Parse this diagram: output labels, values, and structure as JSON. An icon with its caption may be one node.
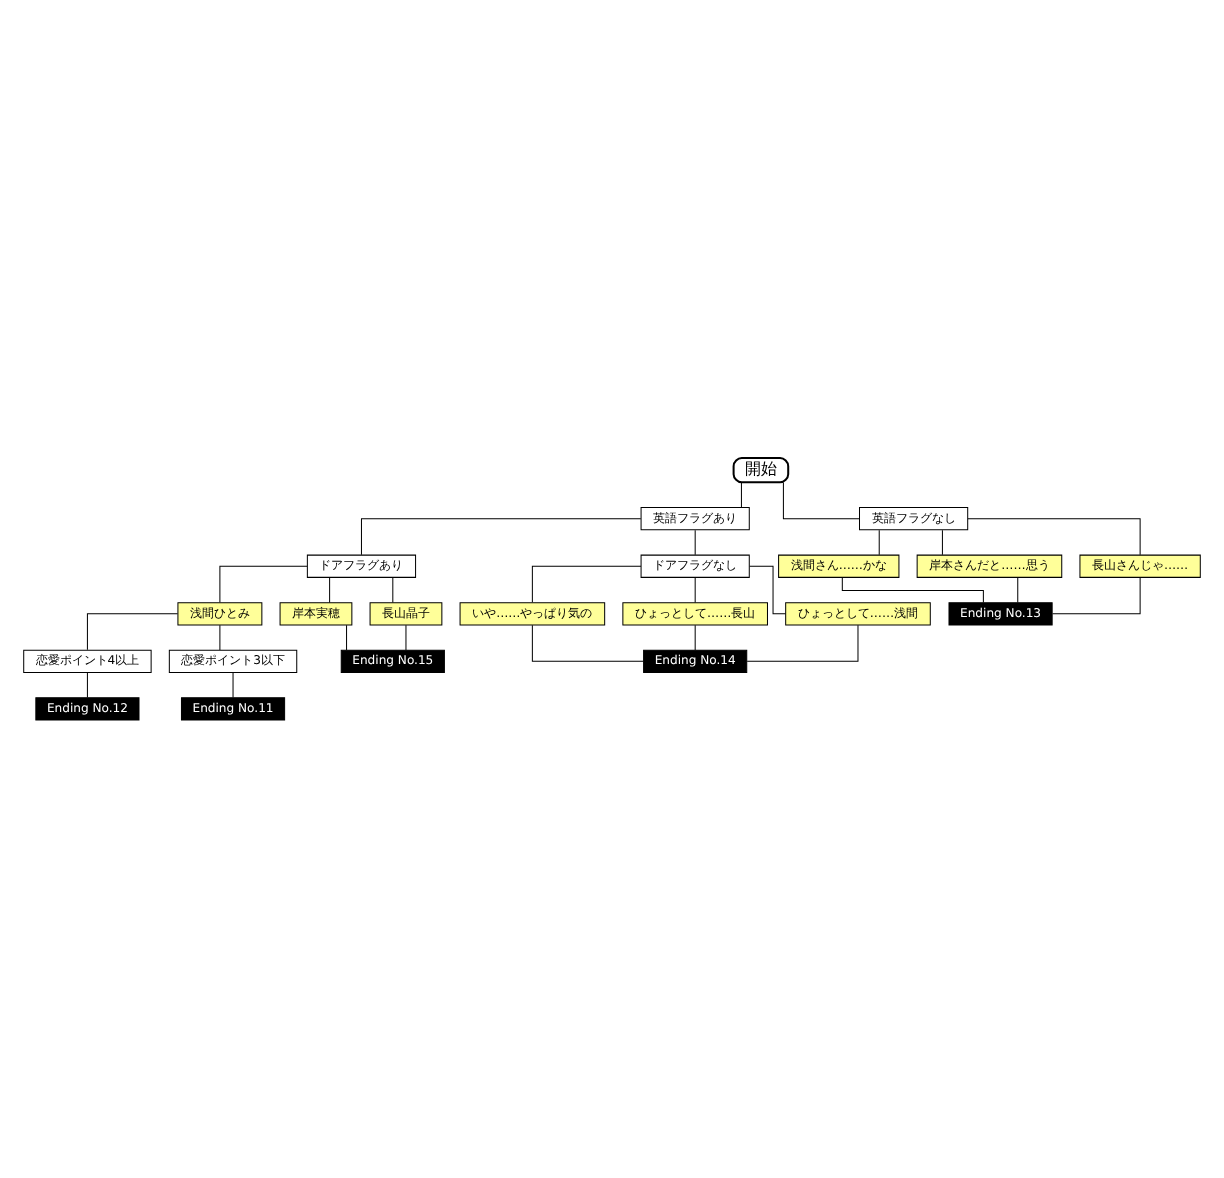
{
  "diagram": {
    "nodes": [
      {
        "text": [
          "開始"
        ]
      },
      {
        "text": [
          "英語フラグあり"
        ]
      },
      {
        "text": [
          "英語フラグなし"
        ]
      },
      {
        "text": [
          "浅間さん……かな"
        ]
      },
      {
        "text": [
          "岸本さんだと……思う"
        ]
      },
      {
        "text": [
          "長山さんじゃ……"
        ]
      },
      {
        "text": [
          "Ending No.13"
        ]
      },
      {
        "text": [
          "ドアフラグあり"
        ]
      },
      {
        "text": [
          "ドアフラグなし"
        ]
      },
      {
        "text": [
          "いや……やっぱり気の"
        ]
      },
      {
        "text": [
          "ひょっとして……長山"
        ]
      },
      {
        "text": [
          "ひょっとして……浅間"
        ]
      },
      {
        "text": [
          "Ending No.14"
        ]
      },
      {
        "text": [
          "浅間ひとみ"
        ]
      },
      {
        "text": [
          "岸本実穂"
        ]
      },
      {
        "text": [
          "長山晶子"
        ]
      },
      {
        "text": [
          "Ending No.15"
        ]
      },
      {
        "text": [
          "恋愛ポイント4以上"
        ]
      },
      {
        "text": [
          "恋愛ポイント3以下"
        ]
      },
      {
        "text": [
          "Ending No.12"
        ]
      },
      {
        "text": [
          "Ending No.11"
        ]
      }
    ],
    "edges": [
      {
        "from": 0,
        "to": 1,
        "arrow": "none"
      },
      {
        "from": 0,
        "to": 2,
        "arrow": "none"
      },
      {
        "from": 2,
        "to": 3,
        "arrow": "none"
      },
      {
        "from": 2,
        "to": 4,
        "arrow": "none"
      },
      {
        "from": 2,
        "to": 5,
        "arrow": "none"
      },
      {
        "from": 3,
        "to": 6,
        "arrow": "none"
      },
      {
        "from": 4,
        "to": 6,
        "arrow": "none"
      },
      {
        "from": 5,
        "to": 6,
        "arrow": "none"
      },
      {
        "from": 1,
        "to": 7,
        "arrow": "none"
      },
      {
        "from": 1,
        "to": 8,
        "arrow": "none"
      },
      {
        "from": 8,
        "to": 9,
        "arrow": "none"
      },
      {
        "from": 8,
        "to": 10,
        "arrow": "none"
      },
      {
        "from": 8,
        "to": 11,
        "arrow": "none"
      },
      {
        "from": 9,
        "to": 12,
        "arrow": "none"
      },
      {
        "from": 10,
        "to": 12,
        "arrow": "none"
      },
      {
        "from": 11,
        "to": 12,
        "arrow": "none"
      },
      {
        "from": 7,
        "to": 13,
        "arrow": "none"
      },
      {
        "from": 7,
        "to": 14,
        "arrow": "none"
      },
      {
        "from": 7,
        "to": 15,
        "arrow": "none"
      },
      {
        "from": 14,
        "to": 16,
        "arrow": "none"
      },
      {
        "from": 15,
        "to": 16,
        "arrow": "none"
      },
      {
        "from": 13,
        "to": 17,
        "arrow": "none"
      },
      {
        "from": 13,
        "to": 18,
        "arrow": "none"
      },
      {
        "from": 17,
        "to": 19,
        "arrow": "none"
      },
      {
        "from": 18,
        "to": 20,
        "arrow": "none"
      }
    ]
  }
}
